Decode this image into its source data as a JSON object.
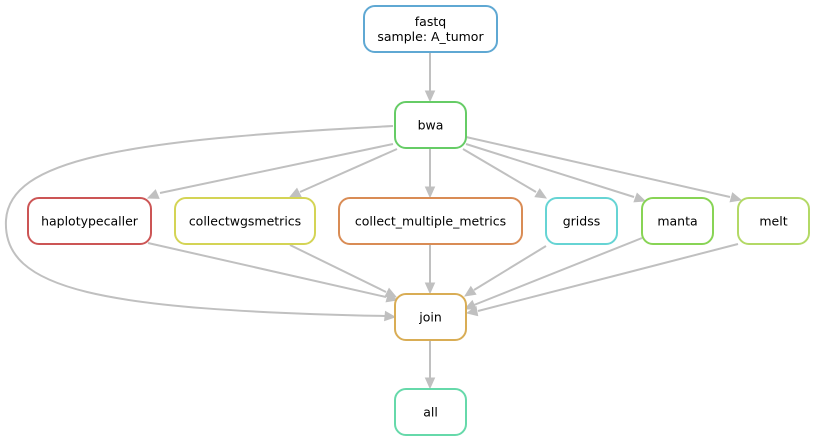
{
  "nodes": [
    {
      "id": "fastq",
      "lines": [
        "fastq",
        "sample: A_tumor"
      ],
      "color": "#5fa8d3"
    },
    {
      "id": "bwa",
      "lines": [
        "bwa"
      ],
      "color": "#66cc66"
    },
    {
      "id": "haplotypecaller",
      "lines": [
        "haplotypecaller"
      ],
      "color": "#cc5555"
    },
    {
      "id": "collectwgsmetrics",
      "lines": [
        "collectwgsmetrics"
      ],
      "color": "#d4d455"
    },
    {
      "id": "collect_multiple_metrics",
      "lines": [
        "collect_multiple_metrics"
      ],
      "color": "#d98c55"
    },
    {
      "id": "gridss",
      "lines": [
        "gridss"
      ],
      "color": "#66d4d4"
    },
    {
      "id": "manta",
      "lines": [
        "manta"
      ],
      "color": "#88d455"
    },
    {
      "id": "melt",
      "lines": [
        "melt"
      ],
      "color": "#b3d966"
    },
    {
      "id": "join",
      "lines": [
        "join"
      ],
      "color": "#d9ad55"
    },
    {
      "id": "all",
      "lines": [
        "all"
      ],
      "color": "#66d9aa"
    }
  ],
  "edges": [
    {
      "from": "fastq",
      "to": "bwa"
    },
    {
      "from": "bwa",
      "to": "haplotypecaller"
    },
    {
      "from": "bwa",
      "to": "collectwgsmetrics"
    },
    {
      "from": "bwa",
      "to": "collect_multiple_metrics"
    },
    {
      "from": "bwa",
      "to": "gridss"
    },
    {
      "from": "bwa",
      "to": "manta"
    },
    {
      "from": "bwa",
      "to": "melt"
    },
    {
      "from": "bwa",
      "to": "join"
    },
    {
      "from": "haplotypecaller",
      "to": "join"
    },
    {
      "from": "collectwgsmetrics",
      "to": "join"
    },
    {
      "from": "collect_multiple_metrics",
      "to": "join"
    },
    {
      "from": "gridss",
      "to": "join"
    },
    {
      "from": "manta",
      "to": "join"
    },
    {
      "from": "melt",
      "to": "join"
    },
    {
      "from": "join",
      "to": "all"
    }
  ]
}
